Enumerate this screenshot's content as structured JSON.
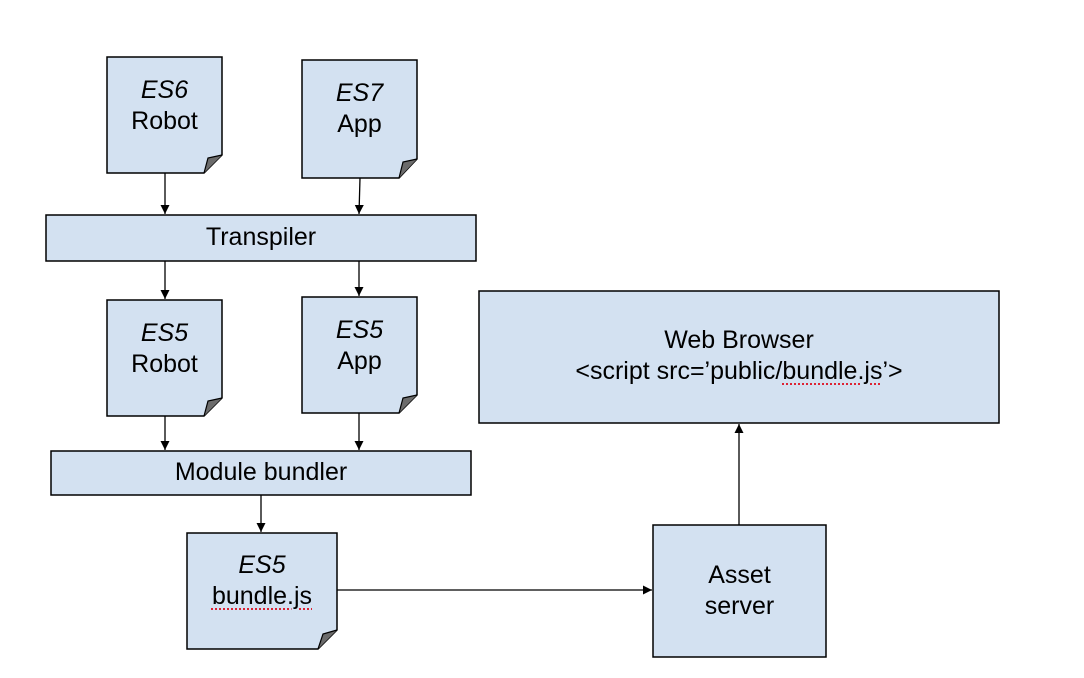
{
  "diagram": {
    "colors": {
      "box_fill": "#d3e1f1",
      "stroke": "#000000",
      "spellcheck": "#dd2222"
    },
    "sources": [
      {
        "lang": "ES6",
        "name": "Robot"
      },
      {
        "lang": "ES7",
        "name": "App"
      }
    ],
    "transpiler": "Transpiler",
    "outputs": [
      {
        "lang": "ES5",
        "name": "Robot"
      },
      {
        "lang": "ES5",
        "name": "App"
      }
    ],
    "bundler": "Module bundler",
    "bundle": {
      "lang": "ES5",
      "name": "bundle.js"
    },
    "asset_server": {
      "line1": "Asset",
      "line2": "server"
    },
    "browser": {
      "title": "Web Browser",
      "script_pre": "<script src=’public/",
      "script_link": "bundle.js",
      "script_post": "’>"
    }
  }
}
